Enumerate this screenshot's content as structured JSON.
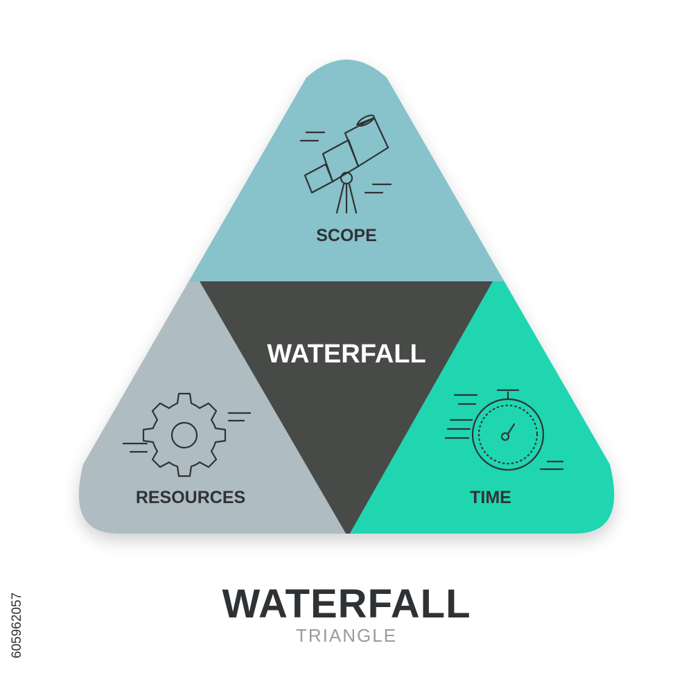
{
  "diagram": {
    "segments": [
      {
        "id": "scope",
        "label": "SCOPE",
        "color": "#88c2cb",
        "icon": "telescope-icon"
      },
      {
        "id": "resources",
        "label": "RESOURCES",
        "color": "#afbcc1",
        "icon": "gear-icon"
      },
      {
        "id": "time",
        "label": "TIME",
        "color": "#1fd6b1",
        "icon": "stopwatch-icon"
      }
    ],
    "center": {
      "label": "WATERFALL",
      "color": "#474a47"
    }
  },
  "title": {
    "main": "WATERFALL",
    "sub": "TRIANGLE"
  },
  "stock_id": "605962057"
}
